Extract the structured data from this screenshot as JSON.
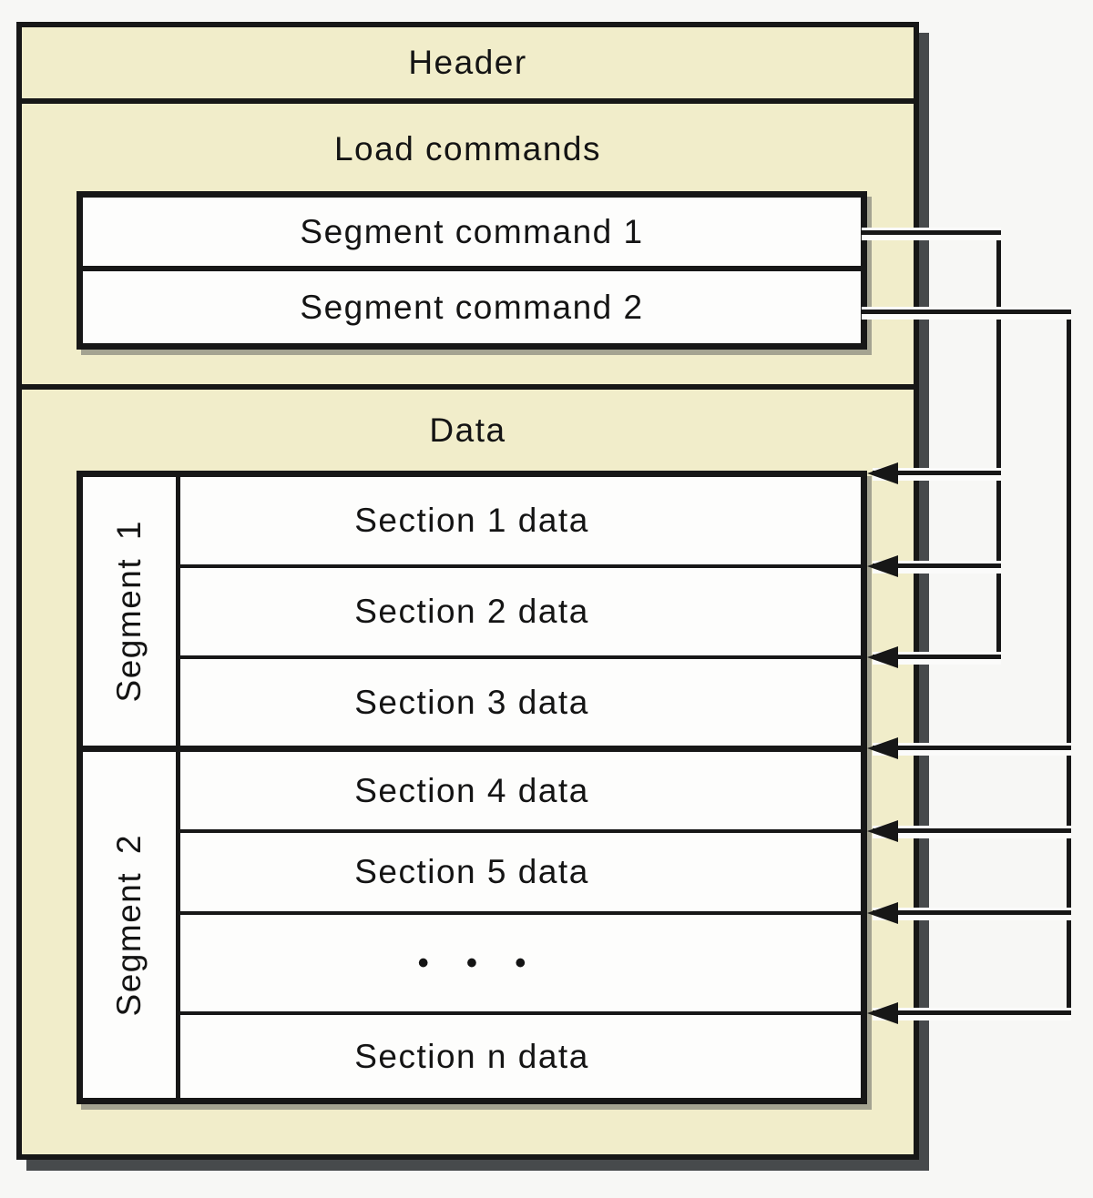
{
  "figure": {
    "type": "mach-o-file-format-diagram",
    "colors": {
      "page_bg": "#f7f7f5",
      "file_box_fill": "#f1edca",
      "panel_fill": "#fdfdfc",
      "line": "#171717",
      "shadow": "#474a4c"
    },
    "header": {
      "label": "Header"
    },
    "load_commands": {
      "label": "Load commands",
      "commands": [
        {
          "label": "Segment command 1"
        },
        {
          "label": "Segment command 2"
        }
      ]
    },
    "data_section": {
      "label": "Data",
      "segments": [
        {
          "label": "Segment 1",
          "sections": [
            "Section 1 data",
            "Section 2 data",
            "Section 3 data"
          ]
        },
        {
          "label": "Segment 2",
          "sections": [
            "Section 4 data",
            "Section 5 data",
            "• • •",
            "Section n data"
          ]
        }
      ]
    },
    "connectors": {
      "from_segment_command_1_arrows": 3,
      "from_segment_command_2_arrows": 4
    }
  }
}
